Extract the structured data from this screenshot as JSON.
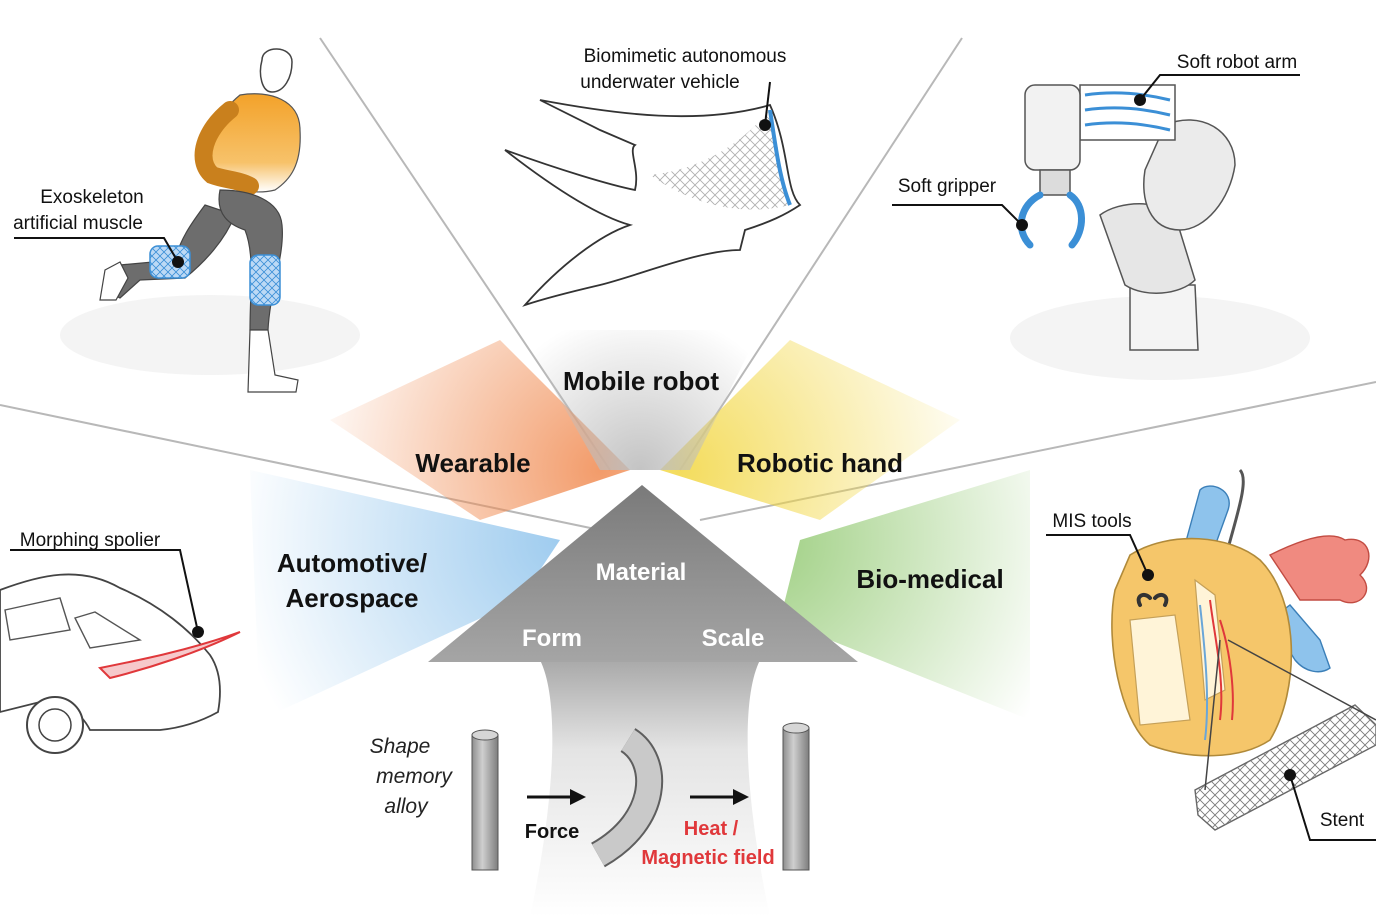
{
  "sectors": {
    "mobile_robot": "Mobile robot",
    "wearable": "Wearable",
    "robotic_hand": "Robotic hand",
    "automotive_line1": "Automotive/",
    "automotive_line2": "Aerospace",
    "bio_medical": "Bio-medical"
  },
  "callouts": {
    "auv_line1": "Biomimetic autonomous",
    "auv_line2": "underwater vehicle",
    "exo_line1": "Exoskeleton",
    "exo_line2": "artificial muscle",
    "soft_robot_arm": "Soft robot arm",
    "soft_gripper": "Soft gripper",
    "morphing_spoiler": "Morphing spolier",
    "mis_tools": "MIS tools",
    "stent": "Stent"
  },
  "core": {
    "material": "Material",
    "form": "Form",
    "scale": "Scale"
  },
  "sma": {
    "line1": "Shape",
    "line2": "memory",
    "line3": "alloy",
    "force": "Force",
    "heat_line1": "Heat /",
    "heat_line2": "Magnetic field"
  },
  "colors": {
    "wearable": "#f08a50",
    "robotic_hand": "#f2d640",
    "automotive": "#8ec3ec",
    "bio_medical": "#8cc66a",
    "mobile_robot": "#c8c8c8",
    "core": "#8a8a8a",
    "accent_blue": "#3b8fd6",
    "heat_red": "#e0383b"
  }
}
